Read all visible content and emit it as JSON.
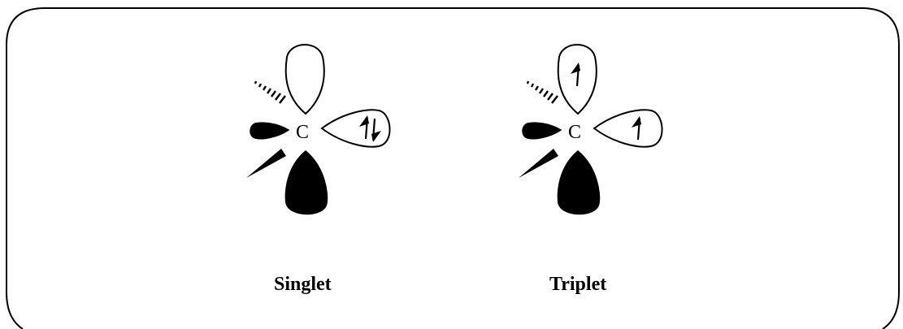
{
  "diagram": {
    "carbenes": [
      {
        "id": "singlet",
        "atom": "C",
        "label": "Singlet",
        "electrons": {
          "p_orbital": "empty",
          "sp2_orbital": "paired (↑↓)"
        }
      },
      {
        "id": "triplet",
        "atom": "C",
        "label": "Triplet",
        "electrons": {
          "p_orbital": "one (↑)",
          "sp2_orbital": "one (↑)"
        }
      }
    ]
  }
}
